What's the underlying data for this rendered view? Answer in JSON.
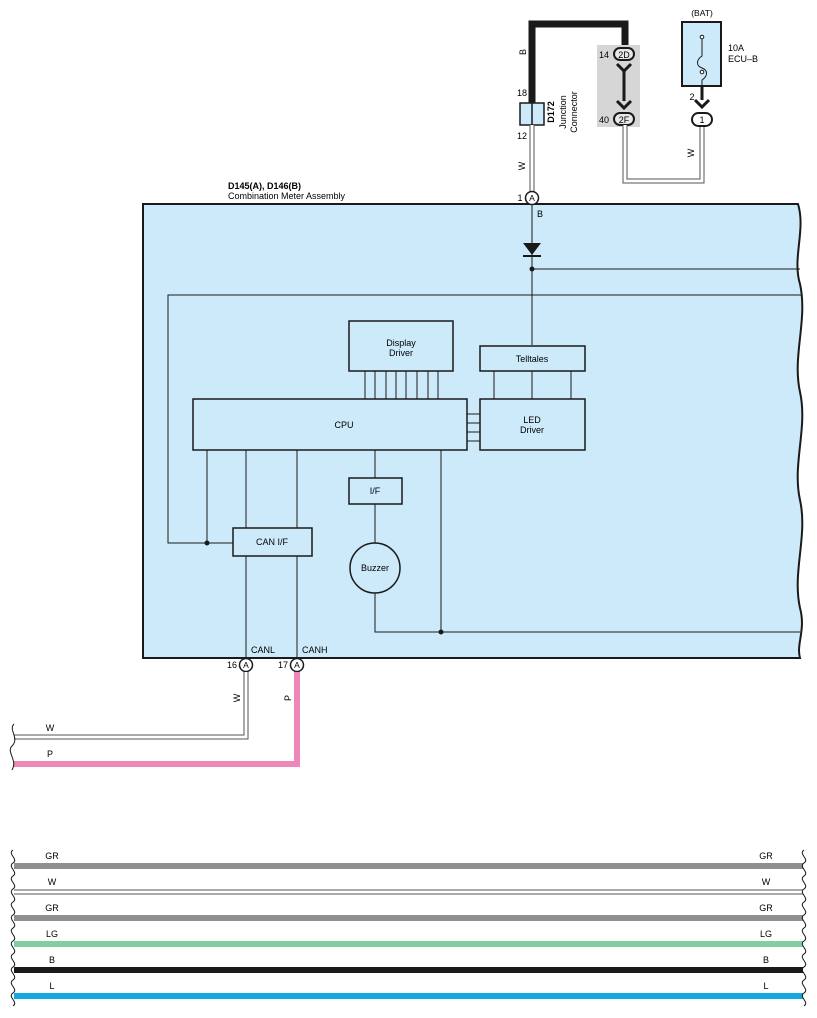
{
  "colors": {
    "meter_fill": "#cdeafb",
    "wire_black": "#1a1a1a",
    "wire_pink": "#ef86ba",
    "wire_gray": "#8f8f8f",
    "wire_lightgreen": "#82cf9e",
    "wire_blue": "#14a8e0",
    "shade": "#d6d6d6"
  },
  "meter": {
    "title_line1": "D145(A), D146(B)",
    "title_line2": "Combination Meter Assembly"
  },
  "junction": {
    "code": "D172",
    "name_line1": "Junction",
    "name_line2": "Connector",
    "pin_top": "18",
    "pin_bottom": "12"
  },
  "fuse": {
    "bat": "(BAT)",
    "rating": "10A",
    "name": "ECU–B",
    "pin": "2",
    "terminal": "1"
  },
  "connectors": {
    "c2D": "2D",
    "c2D_pin": "14",
    "c2F": "2F",
    "c2F_pin": "40"
  },
  "terminals": {
    "a1_pin": "1",
    "a1_label": "A",
    "a16_pin": "16",
    "a16_label": "A",
    "a17_pin": "17",
    "a17_label": "A"
  },
  "signals": {
    "canl": "CANL",
    "canh": "CANH"
  },
  "blocks": {
    "display_driver_line1": "Display",
    "display_driver_line2": "Driver",
    "telltales": "Telltales",
    "cpu": "CPU",
    "led_driver_line1": "LED",
    "led_driver_line2": "Driver",
    "interface": "I/F",
    "can_if": "CAN I/F",
    "buzzer": "Buzzer"
  },
  "wire_labels": {
    "top_b": "B",
    "junction_w": "W",
    "fuse_w": "W",
    "meter_b": "B",
    "canl_w": "W",
    "canh_p": "P",
    "bus_w": "W",
    "bus_p": "P"
  },
  "bus_lines": [
    {
      "left": "GR",
      "right": "GR",
      "color": "#8f8f8f"
    },
    {
      "left": "W",
      "right": "W",
      "color": "#ffffff"
    },
    {
      "left": "GR",
      "right": "GR",
      "color": "#8f8f8f"
    },
    {
      "left": "LG",
      "right": "LG",
      "color": "#82cf9e"
    },
    {
      "left": "B",
      "right": "B",
      "color": "#1a1a1a"
    },
    {
      "left": "L",
      "right": "L",
      "color": "#14a8e0"
    }
  ]
}
